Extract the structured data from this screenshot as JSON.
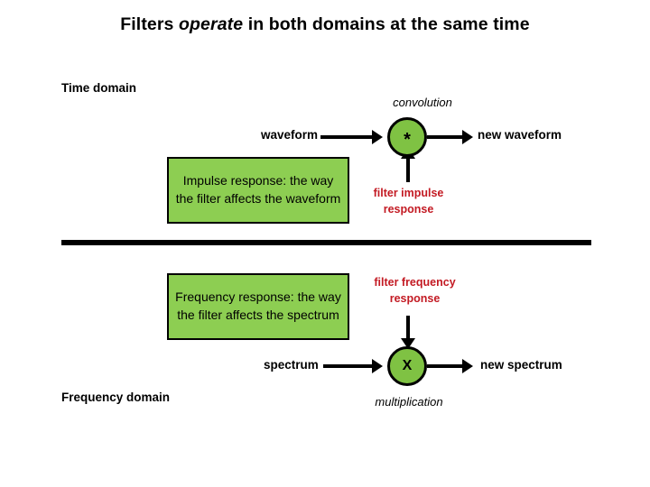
{
  "slide": {
    "title_prefix": "Filters ",
    "title_italic": "operate",
    "title_suffix": " in both domains at the same time"
  },
  "time_domain": {
    "heading": "Time domain",
    "operation_caption": "convolution",
    "input_label": "waveform",
    "output_label": "new waveform",
    "operator_glyph": "*",
    "operator_name": "convolution-operator",
    "filter_label": "filter impulse\nresponse",
    "description_box": "Impulse response: the way the filter affects the waveform"
  },
  "frequency_domain": {
    "heading": "Frequency domain",
    "operation_caption": "multiplication",
    "input_label": "spectrum",
    "output_label": "new spectrum",
    "operator_glyph": "X",
    "operator_name": "multiplication-operator",
    "filter_label": "filter frequency\nresponse",
    "description_box": "Frequency response: the way the filter affects the spectrum"
  },
  "colors": {
    "box_green": "#8DCE52",
    "circle_green": "#7FC243",
    "filter_red": "#C31A23",
    "line_black": "#000000",
    "background": "#FFFFFF"
  }
}
